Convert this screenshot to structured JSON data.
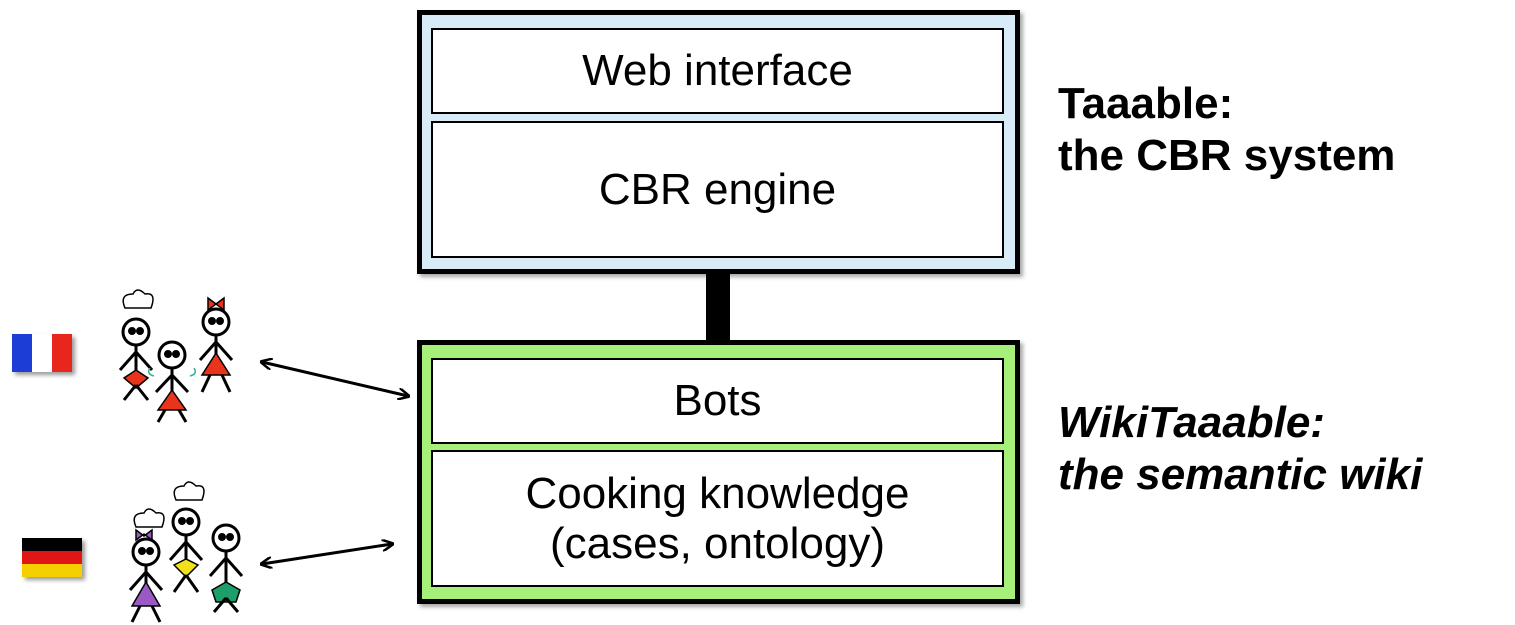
{
  "cbr_system": {
    "web_interface_label": "Web interface",
    "cbr_engine_label": "CBR engine",
    "caption_line1": "Taaable:",
    "caption_line2": "the CBR system",
    "box_color": "#d8ecf8"
  },
  "semantic_wiki": {
    "bots_label": "Bots",
    "knowledge_line1": "Cooking knowledge",
    "knowledge_line2": "(cases, ontology)",
    "caption_line1": "WikiTaaable:",
    "caption_line2": "the semantic wiki",
    "box_color": "#a6f07a"
  },
  "communities": [
    {
      "flag": "france-flag",
      "people": [
        "chef-hat-person",
        "person-with-glasses",
        "person-with-bow"
      ],
      "colors": [
        "#e8341c",
        "#e8341c",
        "#e8341c"
      ]
    },
    {
      "flag": "germany-flag",
      "people": [
        "chef-hat-person",
        "chef-hat-person",
        "person"
      ],
      "colors": [
        "#9b59c4",
        "#f2e01a",
        "#1e9e6a"
      ]
    }
  ]
}
